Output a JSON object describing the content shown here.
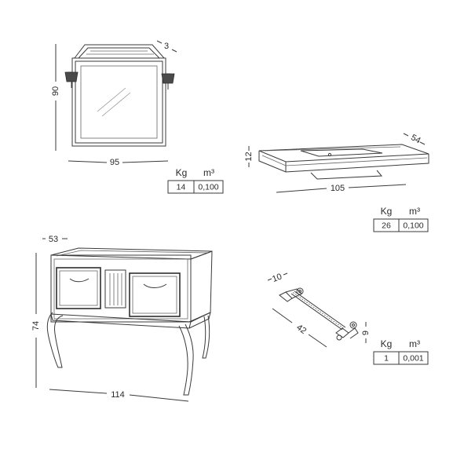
{
  "mirror": {
    "dims": {
      "depth": "3",
      "height": "90",
      "width": "95"
    },
    "spec": {
      "weight_label": "Kg",
      "volume_label": "m³",
      "weight": "14",
      "volume": "0,100"
    }
  },
  "washbasin": {
    "dims": {
      "depth": "54",
      "height": "12",
      "width": "105"
    },
    "spec": {
      "weight_label": "Kg",
      "volume_label": "m³",
      "weight": "26",
      "volume": "0,100"
    }
  },
  "cabinet": {
    "dims": {
      "depth": "53",
      "height": "74",
      "width": "114"
    }
  },
  "towel_bar": {
    "dims": {
      "depth": "10",
      "length": "42",
      "height": "9"
    },
    "spec": {
      "weight_label": "Kg",
      "volume_label": "m³",
      "weight": "1",
      "volume": "0,001"
    }
  }
}
